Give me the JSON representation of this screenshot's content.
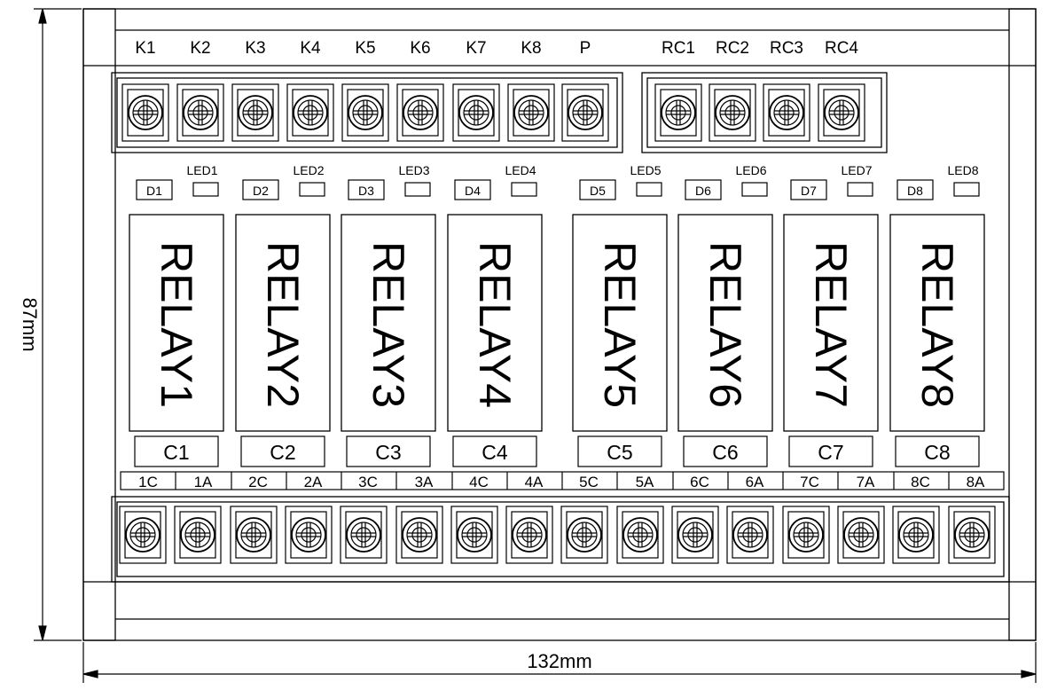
{
  "dimensions": {
    "width": "132mm",
    "height": "87mm"
  },
  "top_terminals": {
    "left_group": [
      "K1",
      "K2",
      "K3",
      "K4",
      "K5",
      "K6",
      "K7",
      "K8",
      "P"
    ],
    "right_group": [
      "RC1",
      "RC2",
      "RC3",
      "RC4"
    ]
  },
  "channels": [
    {
      "diode": "D1",
      "led": "LED1",
      "relay": "RELAY1",
      "contact": "C1"
    },
    {
      "diode": "D2",
      "led": "LED2",
      "relay": "RELAY2",
      "contact": "C2"
    },
    {
      "diode": "D3",
      "led": "LED3",
      "relay": "RELAY3",
      "contact": "C3"
    },
    {
      "diode": "D4",
      "led": "LED4",
      "relay": "RELAY4",
      "contact": "C4"
    },
    {
      "diode": "D5",
      "led": "LED5",
      "relay": "RELAY5",
      "contact": "C5"
    },
    {
      "diode": "D6",
      "led": "LED6",
      "relay": "RELAY6",
      "contact": "C6"
    },
    {
      "diode": "D7",
      "led": "LED7",
      "relay": "RELAY7",
      "contact": "C7"
    },
    {
      "diode": "D8",
      "led": "LED8",
      "relay": "RELAY8",
      "contact": "C8"
    }
  ],
  "bottom_terminals": [
    "1C",
    "1A",
    "2C",
    "2A",
    "3C",
    "3A",
    "4C",
    "4A",
    "5C",
    "5A",
    "6C",
    "6A",
    "7C",
    "7A",
    "8C",
    "8A"
  ]
}
